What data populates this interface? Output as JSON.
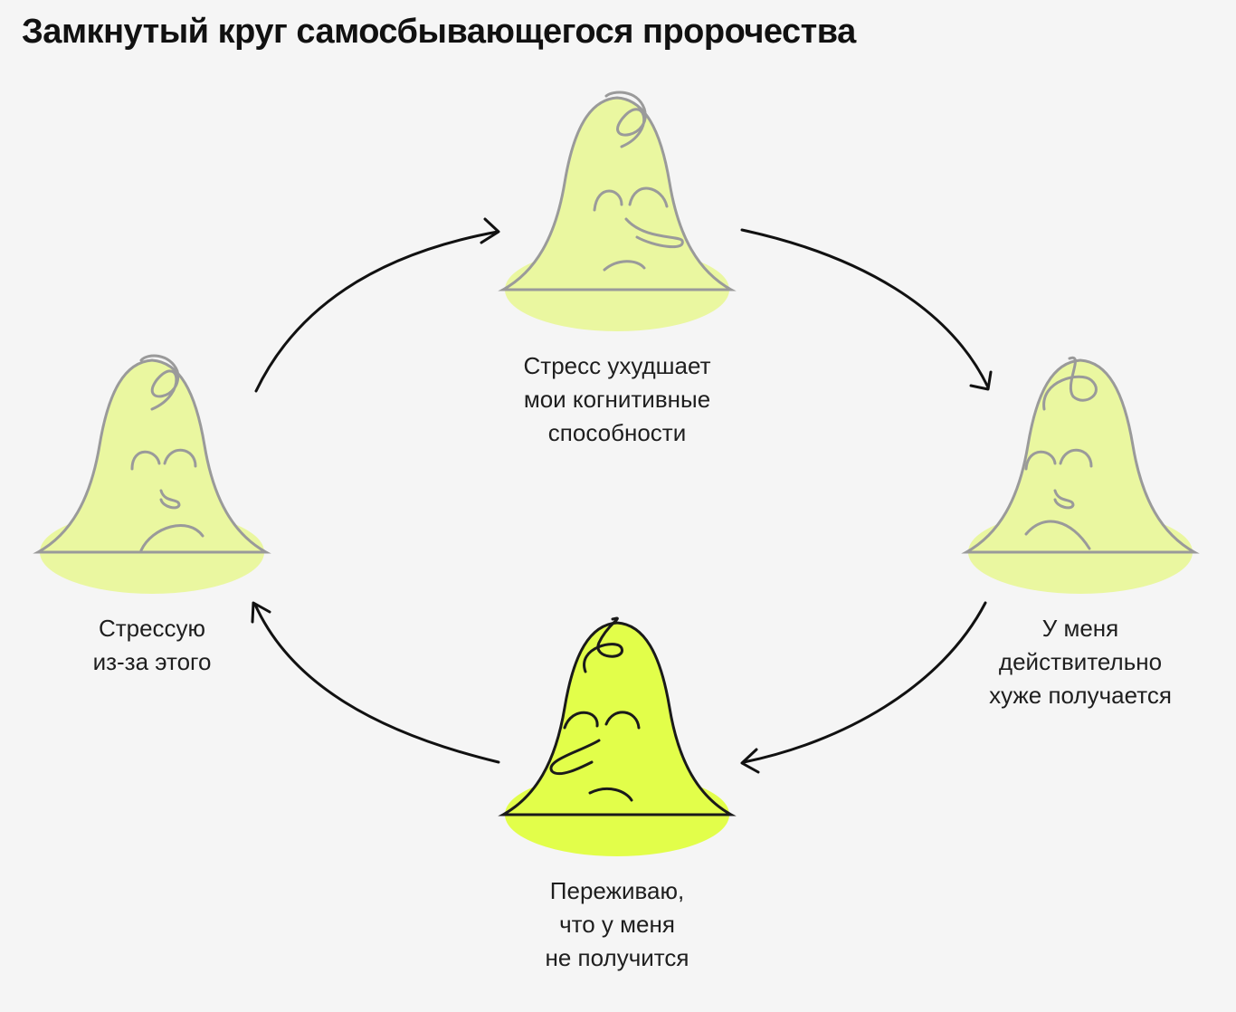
{
  "title": "Замкнутый круг самосбывающегося пророчества",
  "colors": {
    "background": "#f5f5f5",
    "pale_figure": "#eaf7a0",
    "active_figure": "#e2fe4a",
    "outline_pale": "#9a9a9a",
    "outline_active": "#1a1a1a",
    "arrow": "#111111"
  },
  "nodes": [
    {
      "id": "top",
      "label": "Стресс ухудшает\nмои когнитивные\nспособности",
      "highlighted": false
    },
    {
      "id": "right",
      "label": "У меня\nдействительно\nхуже получается",
      "highlighted": false
    },
    {
      "id": "bottom",
      "label": "Переживаю,\nчто у меня\nне получится",
      "highlighted": true
    },
    {
      "id": "left",
      "label": "Стрессую\nиз-за этого",
      "highlighted": false
    }
  ],
  "edges": [
    {
      "from": "left",
      "to": "top"
    },
    {
      "from": "top",
      "to": "right"
    },
    {
      "from": "right",
      "to": "bottom"
    },
    {
      "from": "bottom",
      "to": "left"
    }
  ]
}
